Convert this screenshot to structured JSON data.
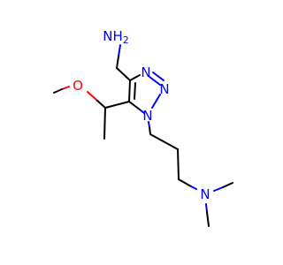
{
  "molecule": {
    "atoms": {
      "nh2": "NH",
      "nh2_sub": "2",
      "o_methoxy": "O",
      "n_ring_a": "N",
      "n_ring_b": "N",
      "n_ring_c": "N",
      "n_amine": "N"
    },
    "colors": {
      "carbon": "#000000",
      "nitrogen": "#0000ff",
      "oxygen": "#ff0000",
      "background": "#ffffff"
    }
  }
}
